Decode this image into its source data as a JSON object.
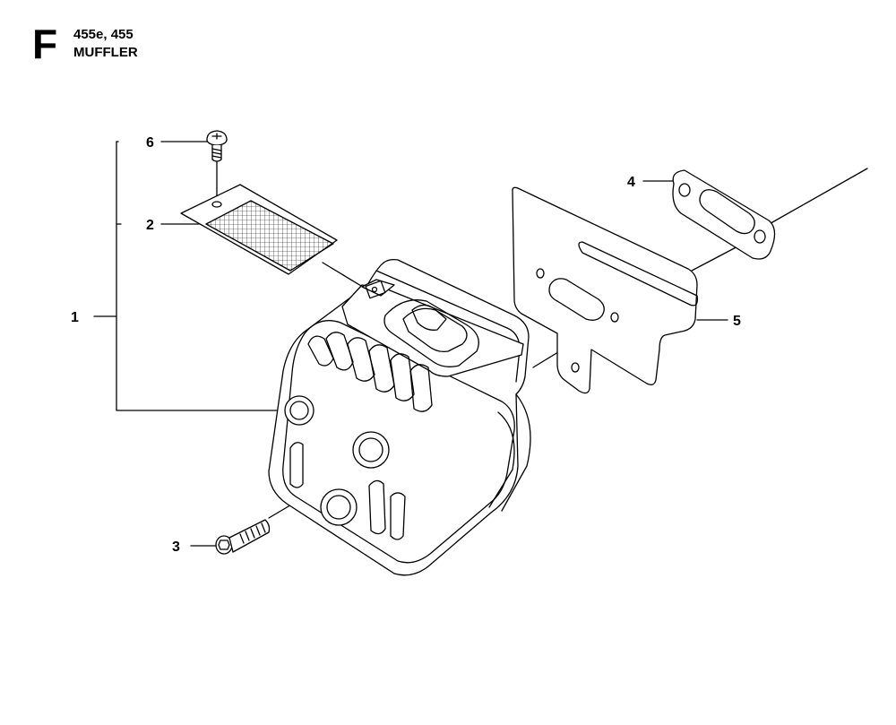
{
  "header": {
    "section_letter": "F",
    "model": "455e, 455",
    "title": "MUFFLER"
  },
  "callouts": [
    {
      "id": "1",
      "label": "1"
    },
    {
      "id": "2",
      "label": "2"
    },
    {
      "id": "3",
      "label": "3"
    },
    {
      "id": "4",
      "label": "4"
    },
    {
      "id": "5",
      "label": "5"
    },
    {
      "id": "6",
      "label": "6"
    }
  ],
  "parts": {
    "screw_top": "screw-icon",
    "spark_screen": "mesh-screen-icon",
    "muffler_body": "muffler-icon",
    "bolt": "bolt-icon",
    "gasket": "gasket-icon",
    "plate": "mounting-plate-icon"
  }
}
